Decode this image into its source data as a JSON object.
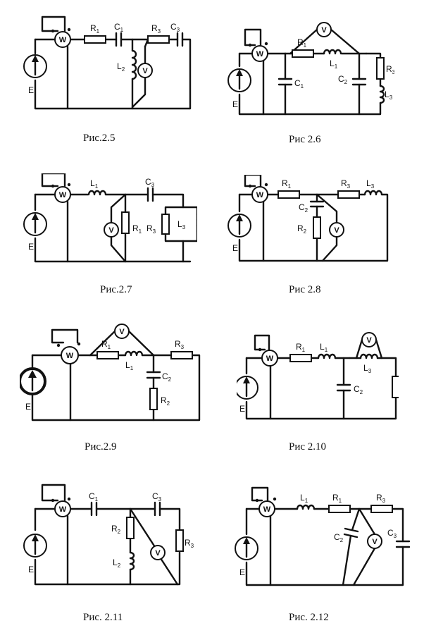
{
  "figures": [
    {
      "caption": "Рис.2.5",
      "labels": {
        "source": "E",
        "wattmeter": "W",
        "voltmeter": "V",
        "R1": "R1",
        "C1": "C1",
        "R3": "R3",
        "C3": "C3",
        "L2": "L2"
      }
    },
    {
      "caption": "Рис 2.6",
      "labels": {
        "source": "E",
        "wattmeter": "W",
        "voltmeter": "V",
        "R1": "R1",
        "L1": "L1",
        "C1": "C1",
        "C2": "C2",
        "R3": "R3",
        "L3": "L3"
      }
    },
    {
      "caption": "Рис.2.7",
      "labels": {
        "source": "E",
        "wattmeter": "W",
        "voltmeter": "V",
        "L1": "L1",
        "C3": "C3",
        "R1": "R1",
        "R3": "R3",
        "L3": "L3"
      }
    },
    {
      "caption": "Рис 2.8",
      "labels": {
        "source": "E",
        "wattmeter": "W",
        "voltmeter": "V",
        "R1": "R1",
        "R3": "R3",
        "L3": "L3",
        "C2": "C2",
        "R2": "R2"
      }
    },
    {
      "caption": "Рис.2.9",
      "labels": {
        "source": "E",
        "wattmeter": "W",
        "voltmeter": "V",
        "R1": "R1",
        "L1": "L1",
        "R3": "R3",
        "C2": "C2",
        "R2": "R2"
      }
    },
    {
      "caption": "Рис 2.10",
      "labels": {
        "source": "E",
        "wattmeter": "W",
        "voltmeter": "V",
        "R1": "R1",
        "L1": "L1",
        "L3": "L3",
        "C2": "C2"
      }
    },
    {
      "caption": "Рис. 2.11",
      "labels": {
        "source": "E",
        "wattmeter": "W",
        "voltmeter": "V",
        "C1": "C1",
        "C3": "C3",
        "R2": "R2",
        "L2": "L2",
        "R3": "R3"
      }
    },
    {
      "caption": "Рис. 2.12",
      "labels": {
        "source": "E",
        "wattmeter": "W",
        "voltmeter": "V",
        "L1": "L1",
        "R1": "R1",
        "R3": "R3",
        "C2": "C2",
        "C3": "C3"
      }
    }
  ]
}
